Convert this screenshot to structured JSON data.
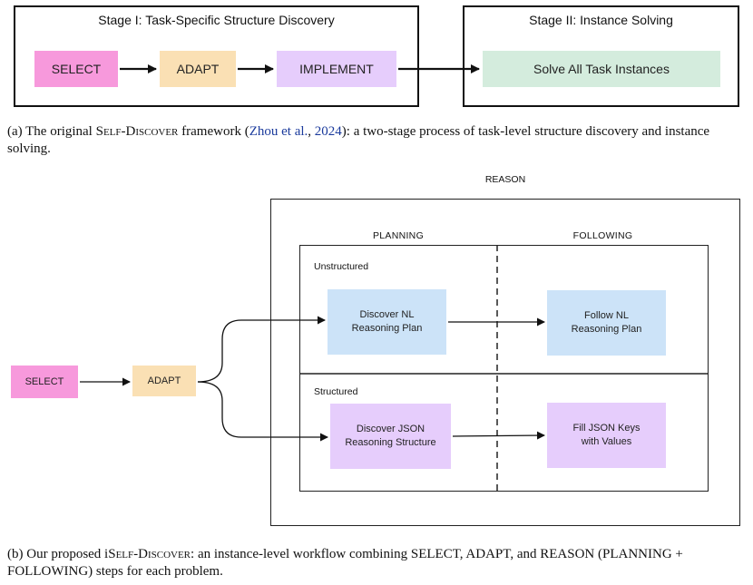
{
  "part_a": {
    "stage1_title": "Stage I: Task-Specific Structure Discovery",
    "stage2_title": "Stage II: Instance Solving",
    "select": "SELECT",
    "adapt": "ADAPT",
    "implement": "IMPLEMENT",
    "solve": "Solve All Task Instances",
    "caption": {
      "pre": "(a) The original ",
      "name": "Self-Discover",
      "mid": " framework (",
      "cite_author": "Zhou et al.",
      "comma": ", ",
      "cite_year": "2024",
      "post": "): a two-stage process of task-level structure discovery and instance solving."
    }
  },
  "part_b": {
    "reason": "REASON",
    "planning": "PLANNING",
    "following": "FOLLOWING",
    "unstructured": "Unstructured",
    "structured": "Structured",
    "select": "SELECT",
    "adapt": "ADAPT",
    "discover_nl_1": "Discover NL",
    "discover_nl_2": "Reasoning Plan",
    "follow_nl_1": "Follow NL",
    "follow_nl_2": "Reasoning Plan",
    "discover_json_1": "Discover JSON",
    "discover_json_2": "Reasoning Structure",
    "fill_json_1": "Fill JSON Keys",
    "fill_json_2": "with Values",
    "caption": {
      "pre": "(b) Our proposed i",
      "name": "Self-Discover",
      "post": ": an instance-level workflow combining SELECT, ADAPT, and REASON (PLANNING + FOLLOWING) steps for each problem."
    }
  },
  "colors": {
    "select": "#f799dc",
    "adapt": "#fae0b4",
    "implement": "#e6cdfc",
    "solve": "#d4ecdd",
    "nl": "#cce3f8",
    "json": "#e6cdfc"
  }
}
